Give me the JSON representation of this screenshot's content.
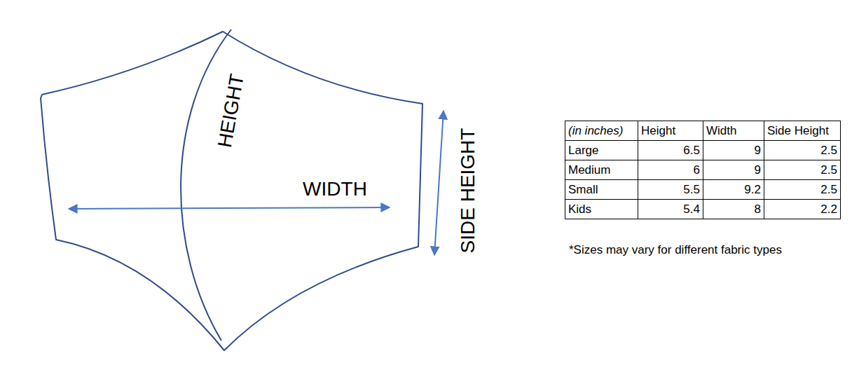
{
  "diagram": {
    "labels": [
      "HEIGHT",
      "WIDTH",
      "SIDE HEIGHT",
      "(in inches)",
      "Height",
      "Width",
      "Side Height",
      "Large",
      "6.5",
      "9",
      "2.5",
      "Medium",
      "6",
      "9",
      "2.5",
      "Small",
      "5.5",
      "9.2",
      "2.5",
      "Kids",
      "5.4",
      "8",
      "2.2",
      "*Sizes may vary for different fabric types"
    ]
  }
}
